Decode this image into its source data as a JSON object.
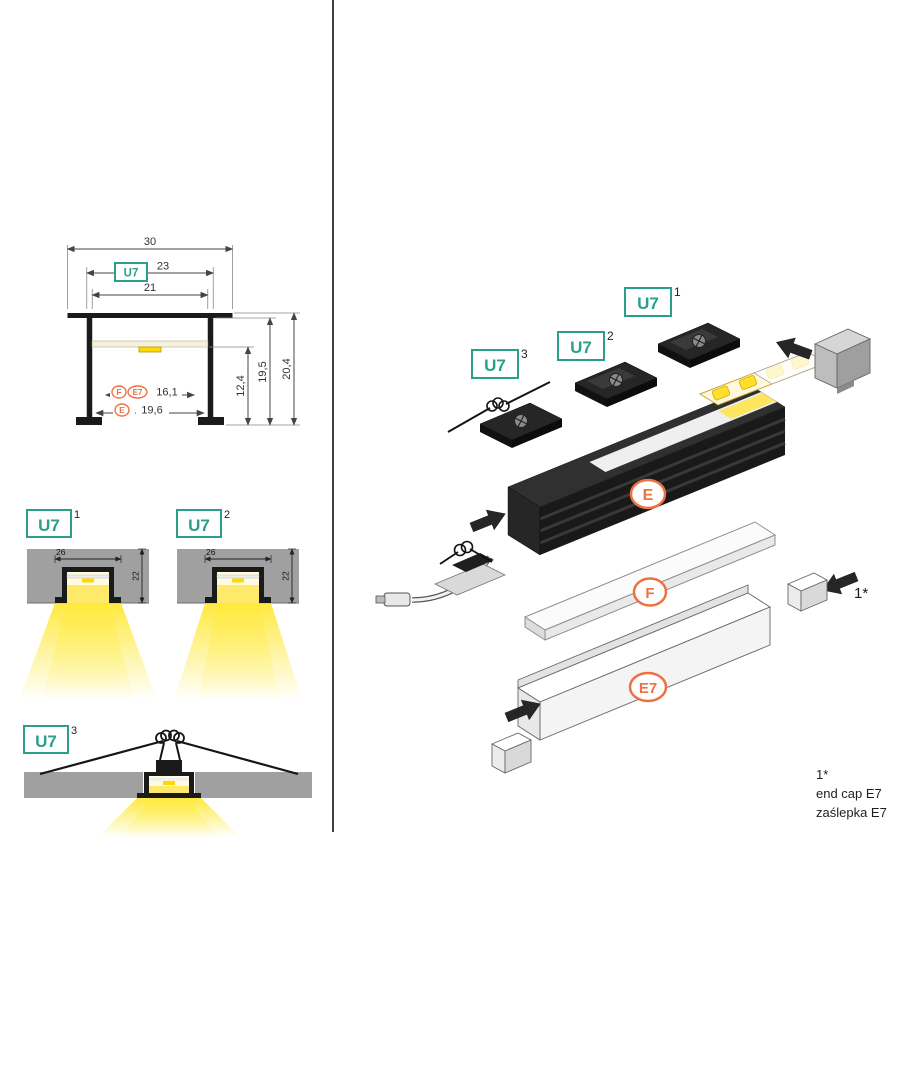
{
  "colors": {
    "accent_teal": "#2aa08b",
    "accent_orange": "#ed7143",
    "light_yellow": "#ffe600",
    "profile_dark": "#1a1a1a",
    "wall_gray": "#a0a0a0"
  },
  "cross_section": {
    "profile_name": "U7",
    "width_total": "30",
    "width_profile": "23",
    "width_inner": "21",
    "depth_inner": "12,4",
    "height_profile": "19,5",
    "height_total": "20,4",
    "tag_f": "F",
    "tag_e7": "E7",
    "width_groove": "16,1",
    "tag_e": "E",
    "width_bottom": "19,6"
  },
  "variants": {
    "v1": {
      "label": "U7",
      "sup": "1",
      "width": "26",
      "height": "22"
    },
    "v2": {
      "label": "U7",
      "sup": "2",
      "width": "26",
      "height": "22"
    },
    "v3": {
      "label": "U7",
      "sup": "3"
    }
  },
  "exploded": {
    "tag_v1": {
      "label": "U7",
      "sup": "1"
    },
    "tag_v2": {
      "label": "U7",
      "sup": "2"
    },
    "tag_v3": {
      "label": "U7",
      "sup": "3"
    },
    "part_e": "E",
    "part_f": "F",
    "part_e7": "E7",
    "endcap_marker": "1*"
  },
  "footnote": {
    "marker": "1*",
    "line1": "end cap E7",
    "line2": "zaślepka E7"
  }
}
